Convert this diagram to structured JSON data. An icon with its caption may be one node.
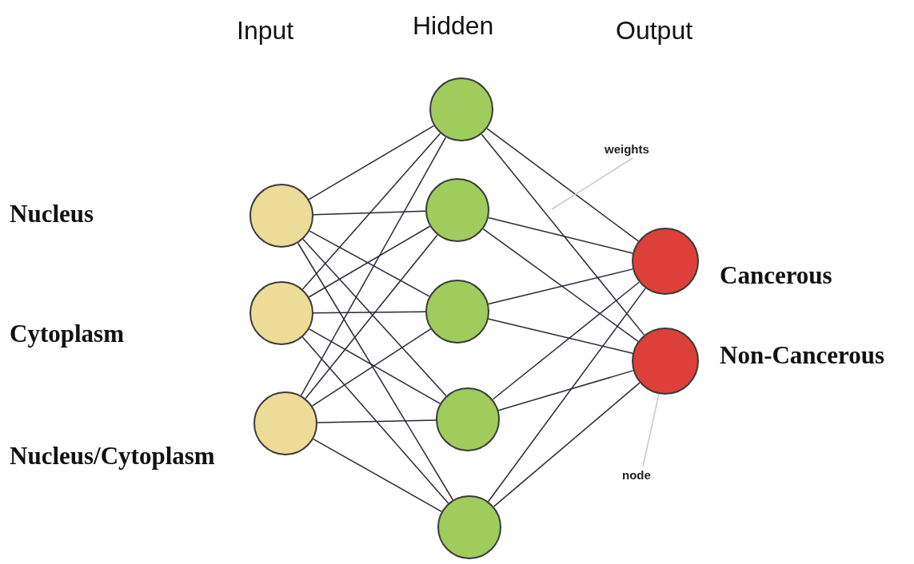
{
  "diagram": {
    "nodes": [
      {
        "text": [],
        "shape": "circle"
      },
      {
        "text": [],
        "shape": "circle"
      },
      {
        "text": [],
        "shape": "circle"
      },
      {
        "text": [],
        "shape": "circle"
      },
      {
        "text": [],
        "shape": "circle"
      },
      {
        "text": [],
        "shape": "circle"
      },
      {
        "text": [],
        "shape": "circle"
      },
      {
        "text": [],
        "shape": "circle"
      },
      {
        "text": [],
        "shape": "circle",
        "beside": [
          "Cancerous"
        ]
      },
      {
        "text": [],
        "shape": "circle",
        "beside": [
          "Non-Cancerous"
        ]
      },
      {
        "text": [
          "weights"
        ]
      },
      {
        "text": [
          "node"
        ]
      }
    ],
    "edges": [
      {
        "from": 0,
        "to": 3,
        "arrow": "none"
      },
      {
        "from": 0,
        "to": 4,
        "arrow": "none"
      },
      {
        "from": 0,
        "to": 5,
        "arrow": "none"
      },
      {
        "from": 0,
        "to": 6,
        "arrow": "none"
      },
      {
        "from": 0,
        "to": 7,
        "arrow": "none"
      },
      {
        "from": 1,
        "to": 3,
        "arrow": "none"
      },
      {
        "from": 1,
        "to": 4,
        "arrow": "none"
      },
      {
        "from": 1,
        "to": 5,
        "arrow": "none"
      },
      {
        "from": 1,
        "to": 6,
        "arrow": "none"
      },
      {
        "from": 1,
        "to": 7,
        "arrow": "none"
      },
      {
        "from": 2,
        "to": 3,
        "arrow": "none"
      },
      {
        "from": 2,
        "to": 4,
        "arrow": "none"
      },
      {
        "from": 2,
        "to": 5,
        "arrow": "none"
      },
      {
        "from": 2,
        "to": 6,
        "arrow": "none"
      },
      {
        "from": 2,
        "to": 7,
        "arrow": "none"
      },
      {
        "from": 3,
        "to": 8,
        "arrow": "none"
      },
      {
        "from": 3,
        "to": 9,
        "arrow": "none"
      },
      {
        "from": 4,
        "to": 8,
        "arrow": "none"
      },
      {
        "from": 4,
        "to": 9,
        "arrow": "none"
      },
      {
        "from": 5,
        "to": 8,
        "arrow": "none"
      },
      {
        "from": 5,
        "to": 9,
        "arrow": "none"
      },
      {
        "from": 6,
        "to": 8,
        "arrow": "none"
      },
      {
        "from": 6,
        "to": 9,
        "arrow": "none"
      },
      {
        "from": 7,
        "to": 8,
        "arrow": "none"
      },
      {
        "from": 7,
        "to": 9,
        "arrow": "none"
      },
      {
        "from": 10,
        "to": null,
        "arrow": "none",
        "color": "#c8c8c8"
      },
      {
        "from": 11,
        "to": 9,
        "arrow": "none",
        "color": "#c8c8c8"
      }
    ],
    "labels": [
      "Input",
      "Hidden",
      "Output",
      "Nucleus",
      "Cytoplasm",
      "Nucleus/Cytoplasm"
    ]
  }
}
